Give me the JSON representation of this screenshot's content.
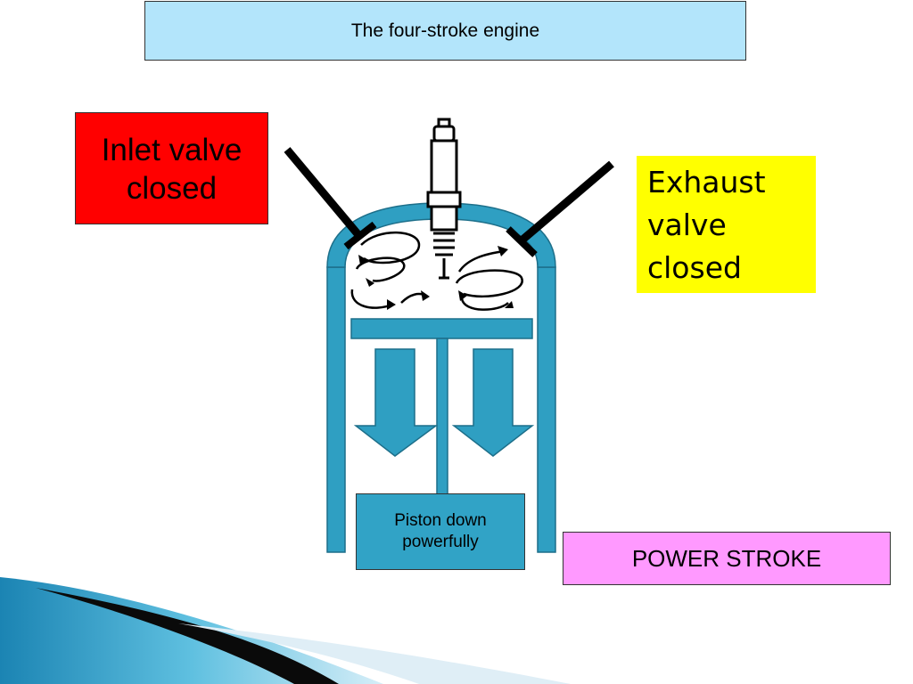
{
  "slide": {
    "title": "The four-stroke engine",
    "inlet_label": "Inlet valve\nclosed",
    "exhaust_label": "Exhaust\nvalve\nclosed",
    "piston_label": "Piston down\npowerfully",
    "stroke_label": "POWER STROKE"
  },
  "colors": {
    "cylinder": "#2f9fc2",
    "inlet_box": "#ff0000",
    "exhaust_box": "#ffff00",
    "stroke_box": "#ff99ff",
    "title_box": "#b3e5fb"
  }
}
